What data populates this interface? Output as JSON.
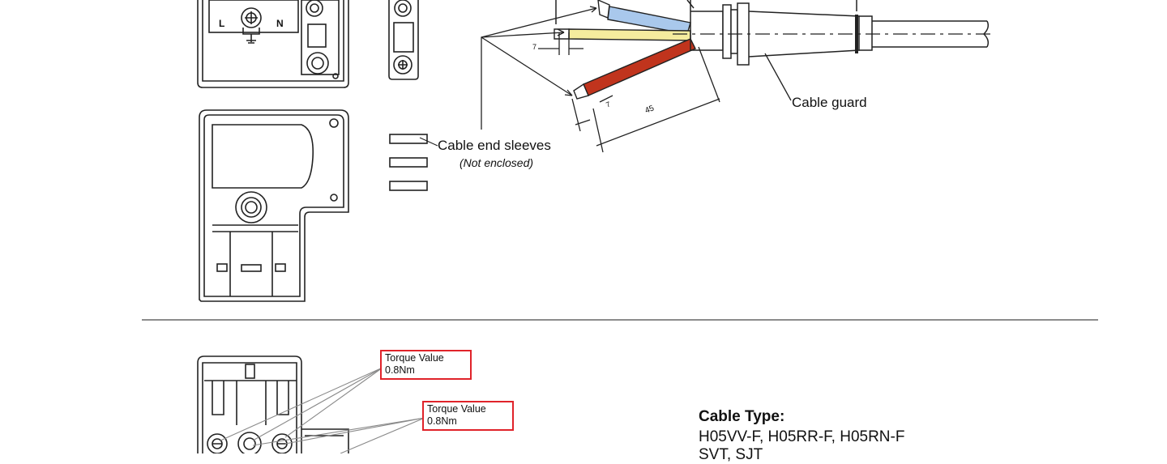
{
  "terminals": {
    "live": "L",
    "neutral": "N"
  },
  "callouts": {
    "cable_end_sleeves": "Cable end sleeves",
    "not_enclosed": "(Not enclosed)",
    "cable_guard": "Cable guard"
  },
  "dimensions": {
    "strip_short_a": "7",
    "strip_short_b": "7",
    "strip_long": "45"
  },
  "torque_labels": [
    {
      "title": "Torque Value",
      "value": "0.8Nm"
    },
    {
      "title": "Torque Value",
      "value": "0.8Nm"
    }
  ],
  "cable_type": {
    "title": "Cable Type:",
    "lines": [
      "H05VV-F, H05RR-F, H05RN-F",
      "SVT, SJT"
    ]
  },
  "colors": {
    "wire_blue": "#a9c8ec",
    "wire_yellow": "#f5ec9e",
    "wire_red": "#c0341d",
    "torque_border": "#e0232a"
  }
}
